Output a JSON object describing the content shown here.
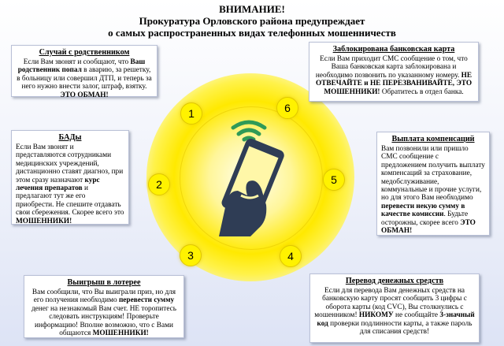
{
  "header": {
    "line1": "ВНИМАНИЕ!",
    "line2": "Прокуратура  Орловского района предупреждает",
    "line3": "о самых распространенных видах телефонных мошенничеств"
  },
  "boxes": {
    "relative": {
      "title": "Случай с родственником",
      "t1": "Если Вам звонят и сообщают, что ",
      "b1": "Ваш родственник попал",
      "t2": " в аварию, за решетку, в больницу или совершил ДТП, и теперь за него нужно внести залог, штраф, взятку. ",
      "b2": "ЭТО ОБМАН!"
    },
    "card": {
      "title": "Заблокирована банковская карта",
      "t1": "Если Вам приходит СМС сообщение о том, что Ваша банковская карта заблокирована и необходимо позвонить по указанному номеру.",
      "b1": "НЕ ОТВЕЧАЙТЕ и НЕ ПЕРЕЗВАНИВАЙТЕ, ЭТО МОШЕННИКИ!",
      "t2": " Обратитесь в отдел банка."
    },
    "supplements": {
      "title": "БАДы",
      "t1": "Если Вам звонят и представляются сотрудниками медицинских учреждений, дистанционно ставят диагноз, при этом сразу назначают ",
      "b1": "курс лечения препаратов",
      "t2": " и предлагают тут же его приобрести. Не спешите отдавать свои сбережения. Скорее всего это ",
      "b2": "МОШЕННИКИ!"
    },
    "compensation": {
      "title": "Выплата компенсаций",
      "t1": "Вам позвонили или пришло СМС сообщение с предложением получить выплату компенсаций за страхование, медобслуживание, коммунальные и прочие услуги, но для этого Вам необходимо ",
      "b1": "перевести некую сумму в качестве комиссии",
      "t2": ". Будьте осторожны, скорее всего ",
      "b2": "ЭТО ОБМАН!"
    },
    "lottery": {
      "title": "Выигрыш в лотерее",
      "t1": "Вам сообщили, что Вы выиграли приз, но для его получения необходимо ",
      "b1": "перевести сумму",
      "t2": " денег на незнакомый Вам счет. НЕ торопитесь следовать инструкциям! Проверьте информацию! Вполне возможно, что с Вами общаются ",
      "b2": "МОШЕННИКИ!"
    },
    "transfer": {
      "title": "Перевод денежных средств",
      "t1": "Если для перевода Вам денежных средств на банковскую карту просят сообщить 3 цифры с оборота карты (код CVC), Вы столкнулись с мошенником!",
      "b1": "НИКОМУ",
      "t2": " не сообщайте ",
      "b2": "3-значный код",
      "t3": " проверки подлинности карты, а также пароль для списания средств!"
    }
  },
  "numbers": [
    "1",
    "2",
    "3",
    "4",
    "5",
    "6"
  ],
  "colors": {
    "accent_yellow": "#fff200",
    "phone": "#2f3d55",
    "signal": "#2f9a57"
  },
  "icons": {
    "center": "smartphone-in-hand-icon",
    "signal": "wifi-signal-icon"
  }
}
